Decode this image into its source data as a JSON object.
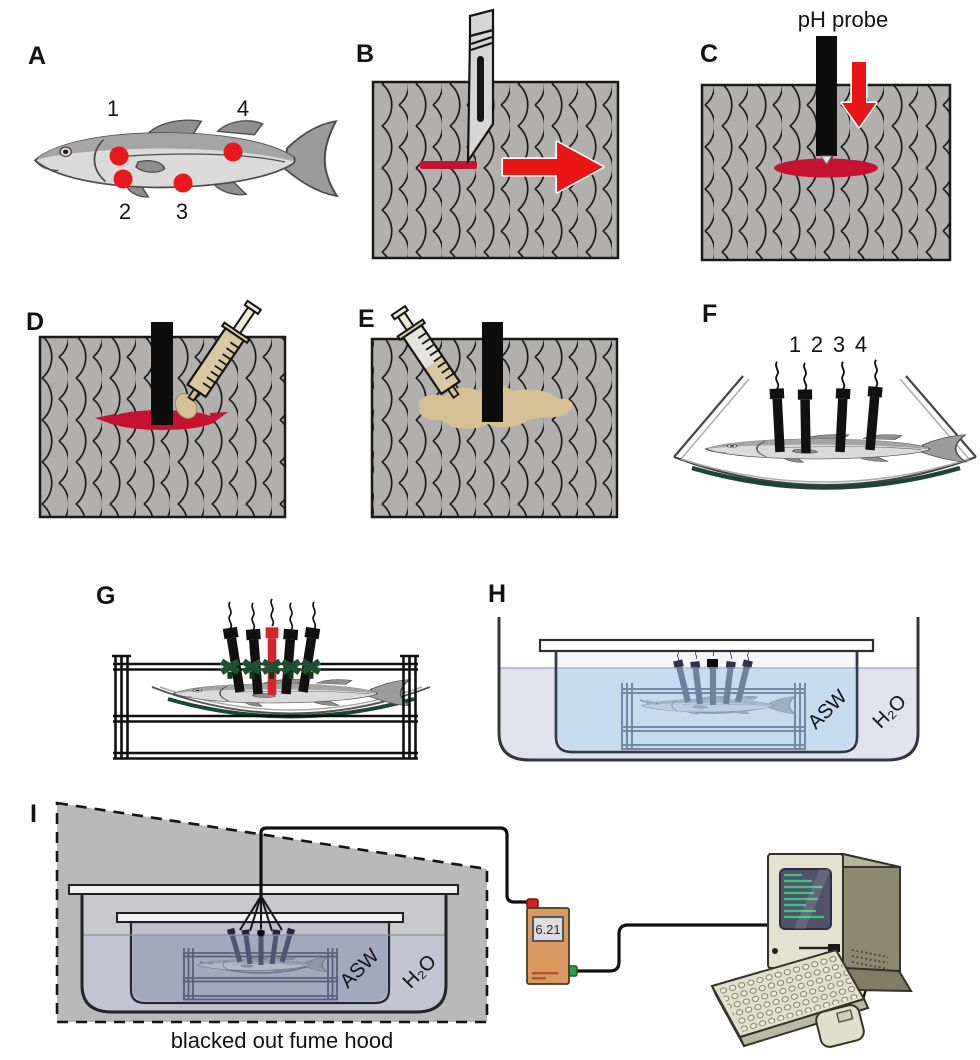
{
  "figure": {
    "type": "multi-panel experimental methods diagram",
    "panels": {
      "A": {
        "label": "A",
        "site_labels": [
          "1",
          "2",
          "3",
          "4"
        ]
      },
      "B": {
        "label": "B"
      },
      "C": {
        "label": "C",
        "annotation": "pH probe"
      },
      "D": {
        "label": "D"
      },
      "E": {
        "label": "E"
      },
      "F": {
        "label": "F",
        "probe_labels": [
          "1",
          "2",
          "3",
          "4"
        ]
      },
      "G": {
        "label": "G"
      },
      "H": {
        "label": "H",
        "inner_bath_label": "ASW",
        "outer_bath_label": "H₂O"
      },
      "I": {
        "label": "I",
        "inner_bath_label": "ASW",
        "outer_bath_label": "H₂O",
        "caption": "blacked out fume hood",
        "meter_reading": "6.21"
      }
    },
    "colors": {
      "scale_background": "#b1b0ae",
      "scale_line": "#1c1c1c",
      "incision_red": "#c51231",
      "arrow_red": "#ea1515",
      "probe_black": "#0d0d0d",
      "reference_probe_red": "#d6242c",
      "glue_tan": "#d7c193",
      "clamp_green": "#1e5130",
      "asw_water_blue": "#bcd6ec",
      "h2o_water_lavender": "#e1e2ee",
      "fume_hood_gray": "#b9b9b9",
      "meter_tan": "#d99a62",
      "meter_plug_red": "#cc2222",
      "meter_plug_green": "#2aa04a",
      "computer_beige": "#e3e2d0",
      "computer_side_olive": "#8b8a6e",
      "screen_slate": "#50536b",
      "screen_text_green": "#3cc47c"
    }
  }
}
